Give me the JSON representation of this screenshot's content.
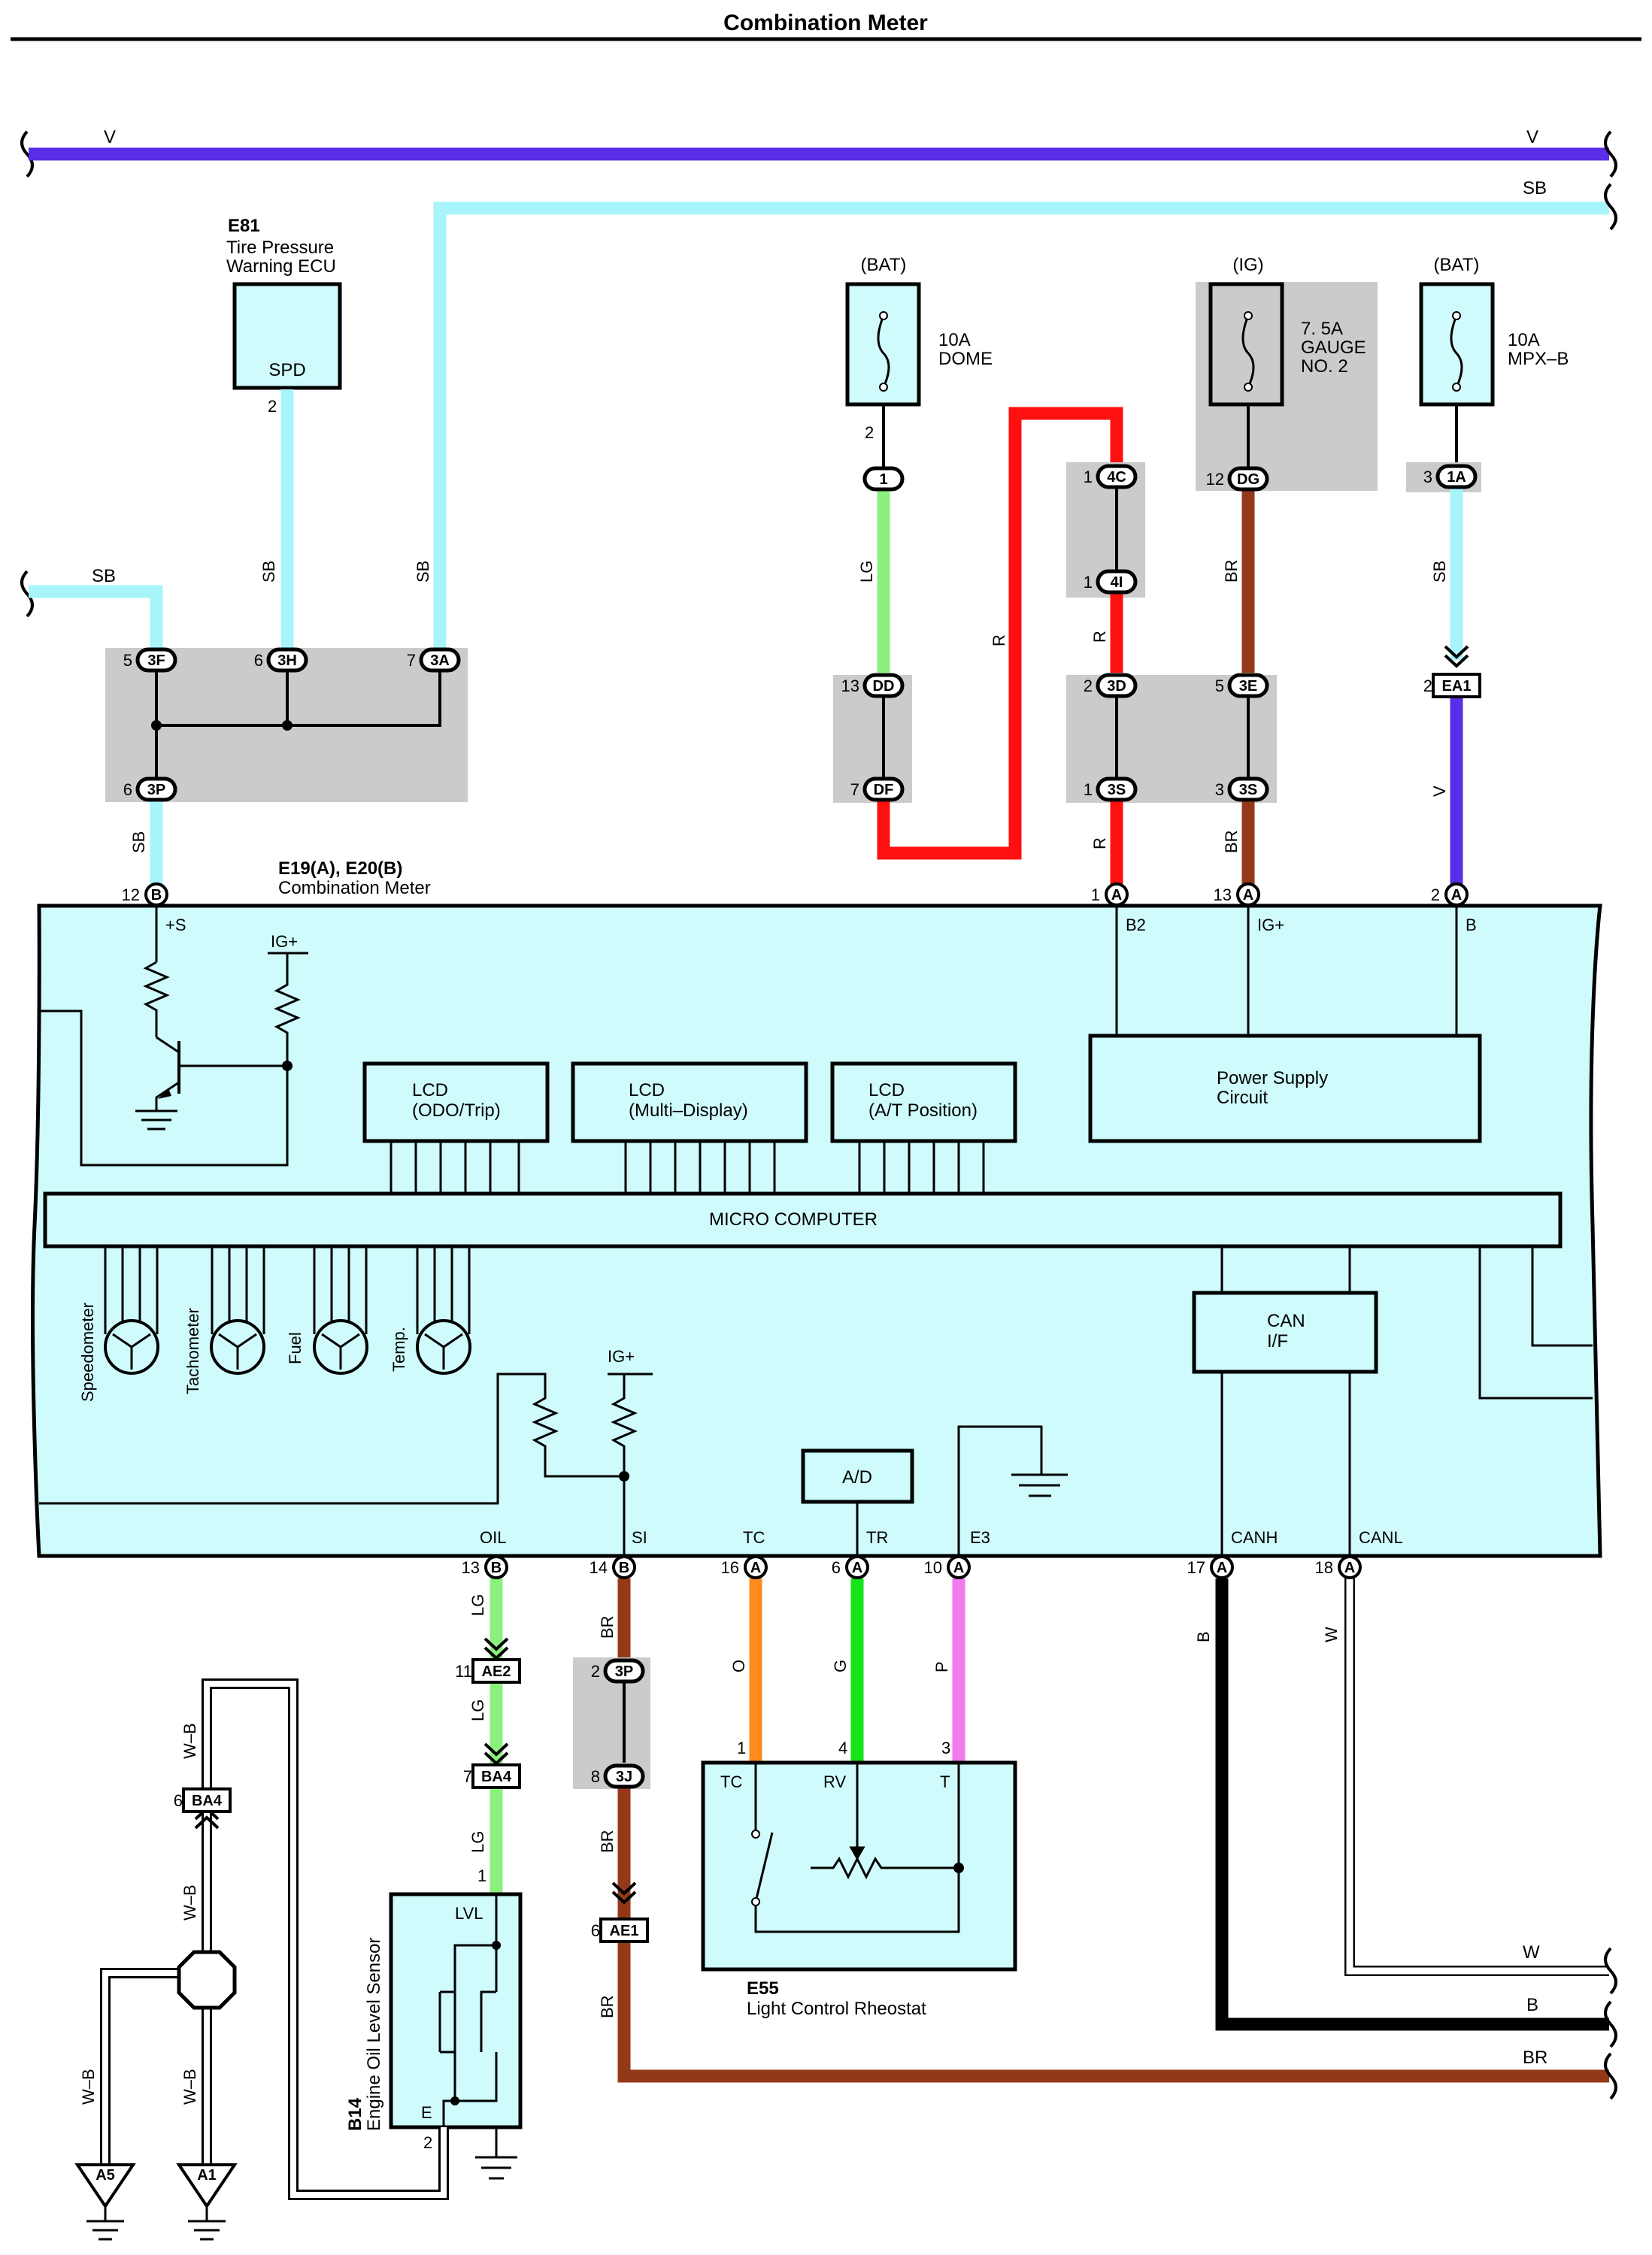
{
  "title": "Combination Meter",
  "colors": {
    "V": "#5a2de6",
    "SB": "#a7f5fb",
    "LG": "#8cf07e",
    "R": "#ff1010",
    "BR": "#93391a",
    "O": "#ff8a1d",
    "G": "#16e41a",
    "P": "#f27aef",
    "B": "#000000",
    "W": "#ffffff",
    "panel": "#cffbfc",
    "gray": "#cbcbcb"
  },
  "bus_labels": {
    "v_left": "V",
    "v_right": "V",
    "sb_top": "SB",
    "sb_left": "SB",
    "w_right": "W",
    "b_right": "B",
    "br_right": "BR"
  },
  "ecu": {
    "code": "E81",
    "name_line1": "Tire Pressure",
    "name_line2": "Warning ECU",
    "pin_label": "SPD",
    "pin_no": "2"
  },
  "fuses": [
    {
      "source": "(BAT)",
      "rating": "10A",
      "name_line1": "DOME",
      "name_line2": "",
      "out_pin": "2"
    },
    {
      "source": "(IG)",
      "rating": "7. 5A",
      "name_line1": "GAUGE",
      "name_line2": "NO. 2",
      "out_pin": ""
    },
    {
      "source": "(BAT)",
      "rating": "10A",
      "name_line1": "MPX–B",
      "name_line2": "",
      "out_pin": ""
    }
  ],
  "meter": {
    "code": "E19(A), E20(B)",
    "name": "Combination Meter",
    "top_pins": {
      "s_plus": "+S",
      "b2": "B2",
      "ig_plus": "IG+",
      "b": "B"
    },
    "ig_label_1": "IG+",
    "ig_label_2": "IG+",
    "lcd1_line1": "LCD",
    "lcd1_line2": "(ODO/Trip)",
    "lcd2_line1": "LCD",
    "lcd2_line2": "(Multi–Display)",
    "lcd3_line1": "LCD",
    "lcd3_line2": "(A/T Position)",
    "psu_line1": "Power Supply",
    "psu_line2": "Circuit",
    "micro": "MICRO COMPUTER",
    "can_line1": "CAN",
    "can_line2": "I/F",
    "ad": "A/D",
    "gauges": [
      "Speedometer",
      "Tachometer",
      "Fuel",
      "Temp."
    ],
    "bottom_pins": {
      "oil": "OIL",
      "si": "SI",
      "tc": "TC",
      "tr": "TR",
      "e3": "E3",
      "canh": "CANH",
      "canl": "CANL"
    }
  },
  "connectors": {
    "c3F": {
      "pin": "5",
      "name": "3F"
    },
    "c3H": {
      "pin": "6",
      "name": "3H"
    },
    "c3A": {
      "pin": "7",
      "name": "3A"
    },
    "c3P": {
      "pin": "6",
      "name": "3P"
    },
    "c1": {
      "pin": "",
      "name": "1"
    },
    "cDD": {
      "pin": "13",
      "name": "DD"
    },
    "cDF": {
      "pin": "7",
      "name": "DF"
    },
    "c4C": {
      "pin": "1",
      "name": "4C"
    },
    "c4I": {
      "pin": "1",
      "name": "4I"
    },
    "c3D": {
      "pin": "2",
      "name": "3D"
    },
    "c3S1": {
      "pin": "1",
      "name": "3S"
    },
    "cDG": {
      "pin": "12",
      "name": "DG"
    },
    "c3E": {
      "pin": "5",
      "name": "3E"
    },
    "c3S2": {
      "pin": "3",
      "name": "3S"
    },
    "c1A": {
      "pin": "3",
      "name": "1A"
    },
    "cEA1": {
      "pin": "2",
      "name": "EA1"
    },
    "mB12": {
      "pin": "12",
      "name": "B"
    },
    "mA1": {
      "pin": "1",
      "name": "A"
    },
    "mA13": {
      "pin": "13",
      "name": "A"
    },
    "mA2": {
      "pin": "2",
      "name": "A"
    },
    "mB13": {
      "pin": "13",
      "name": "B"
    },
    "mB14": {
      "pin": "14",
      "name": "B"
    },
    "mA16": {
      "pin": "16",
      "name": "A"
    },
    "mA6": {
      "pin": "6",
      "name": "A"
    },
    "mA10": {
      "pin": "10",
      "name": "A"
    },
    "mA17": {
      "pin": "17",
      "name": "A"
    },
    "mA18": {
      "pin": "18",
      "name": "A"
    },
    "cAE2": {
      "pin": "11",
      "name": "AE2"
    },
    "cBA4a": {
      "pin": "7",
      "name": "BA4"
    },
    "c3P2": {
      "pin": "2",
      "name": "3P"
    },
    "c3J": {
      "pin": "8",
      "name": "3J"
    },
    "cAE1": {
      "pin": "6",
      "name": "AE1"
    },
    "cBA4b": {
      "pin": "6",
      "name": "BA4"
    }
  },
  "wire_labels": {
    "sb_a": "SB",
    "sb_b": "SB",
    "sb_c": "SB",
    "sb_d": "SB",
    "lg_a": "LG",
    "r_a": "R",
    "r_b": "R",
    "r_c": "R",
    "br_a": "BR",
    "br_b": "BR",
    "sb_e": "SB",
    "v_a": "V",
    "lg_b": "LG",
    "lg_c": "LG",
    "lg_d": "LG",
    "br_c": "BR",
    "br_d": "BR",
    "br_e": "BR",
    "o": "O",
    "g": "G",
    "p": "P",
    "b": "B",
    "w": "W",
    "wb_a": "W–B",
    "wb_b": "W–B",
    "wb_c": "W–B",
    "wb_d": "W–B"
  },
  "rheostat": {
    "code": "E55",
    "name": "Light Control Rheostat",
    "tc": "TC",
    "rv": "RV",
    "t": "T",
    "pin1": "1",
    "pin4": "4",
    "pin3": "3"
  },
  "sensor": {
    "code": "B14",
    "name": "Engine Oil Level Sensor",
    "lvl": "LVL",
    "e": "E",
    "pin1": "1",
    "pin2": "2"
  },
  "grounds": {
    "g1": "A5",
    "g2": "A1"
  }
}
